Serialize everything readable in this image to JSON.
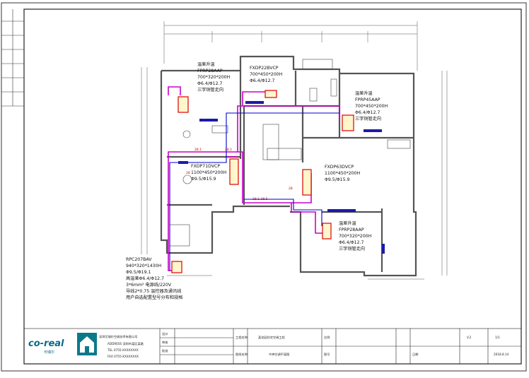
{
  "units": [
    {
      "label": "FPRP28AAP",
      "line2": "700*320*200H",
      "line3": "Φ6.4/Φ12.7",
      "prefix": "温差升温",
      "note": "三字铜管走向"
    },
    {
      "label": "FXDP22BVCP",
      "line2": "700*450*200H",
      "line3": "Φ6.4/Φ12.7"
    },
    {
      "label": "FPRP45AAP",
      "line2": "700*450*200H",
      "line3": "Φ6.4/Φ12.7",
      "prefix": "温差升温",
      "note": "三字铜管走向"
    },
    {
      "label": "FXDP71DVCP",
      "line2": "1100*450*200H",
      "line3": "Φ9.5/Φ15.9"
    },
    {
      "label": "FXDP63DVCP",
      "line2": "1100*450*200H",
      "line3": "Φ9.5/Φ15.9"
    },
    {
      "label": "FPRP28AAP",
      "line2": "700*320*200H",
      "line3": "Φ6.4/Φ12.7",
      "prefix": "温差升温",
      "note": "三字铜管走向"
    }
  ],
  "outdoor": {
    "model": "RPC207BAV",
    "lines": [
      "940*320*1430H",
      "Φ9.5/Φ19.1",
      "高温差Φ6.4/Φ12.7",
      "3*6mm² 电源线/220V",
      "导线2*0.75 温控器及通讯线",
      "用户自选配置型号分布和规格"
    ]
  },
  "pipe_tags": [
    "28",
    "28",
    "28",
    "28.1",
    "28.1 28.5",
    "28.1",
    "28.1"
  ],
  "title_block": {
    "logo_text": "co-real",
    "logo_sub": "可瑞尔",
    "company": "深圳可瑞尔空调技术有限公司",
    "company_lines": [
      "ADDRESS 深圳市某区某路",
      "TEL 0755-XXXXXXXX",
      "FAX 0755-XXXXXXXX"
    ],
    "cells": [
      "设计",
      "审核",
      "批准",
      "工程名称",
      "图纸名称",
      "比例",
      "图号",
      "日期"
    ],
    "project": "某花园住宅空调工程",
    "drawing": "中央空调平面图",
    "version": "V.2",
    "sheet": "1/1",
    "date": "2018.8.14"
  },
  "colors": {
    "pipe_magenta": "#cc00cc",
    "pipe_blue": "#0000cc",
    "unit_red": "#dd0000",
    "wall": "#555555"
  }
}
